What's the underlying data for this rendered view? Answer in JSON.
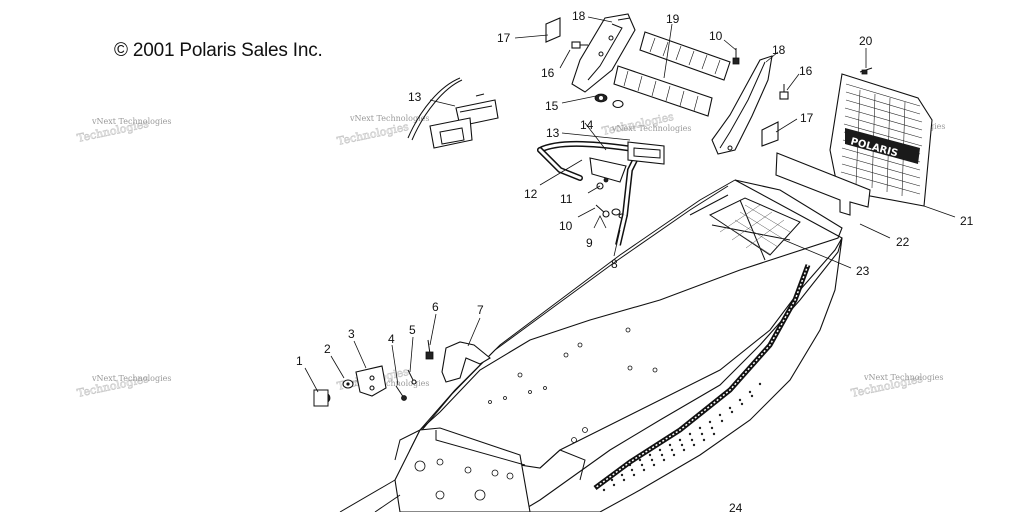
{
  "copyright": "© 2001 Polaris Sales Inc.",
  "watermark": "vNext Technologies",
  "callouts": [
    "1",
    "2",
    "3",
    "4",
    "5",
    "6",
    "7",
    "8",
    "9",
    "10",
    "10",
    "11",
    "12",
    "13",
    "13",
    "14",
    "15",
    "16",
    "16",
    "17",
    "17",
    "18",
    "18",
    "19",
    "20",
    "21",
    "22",
    "23",
    "24"
  ]
}
